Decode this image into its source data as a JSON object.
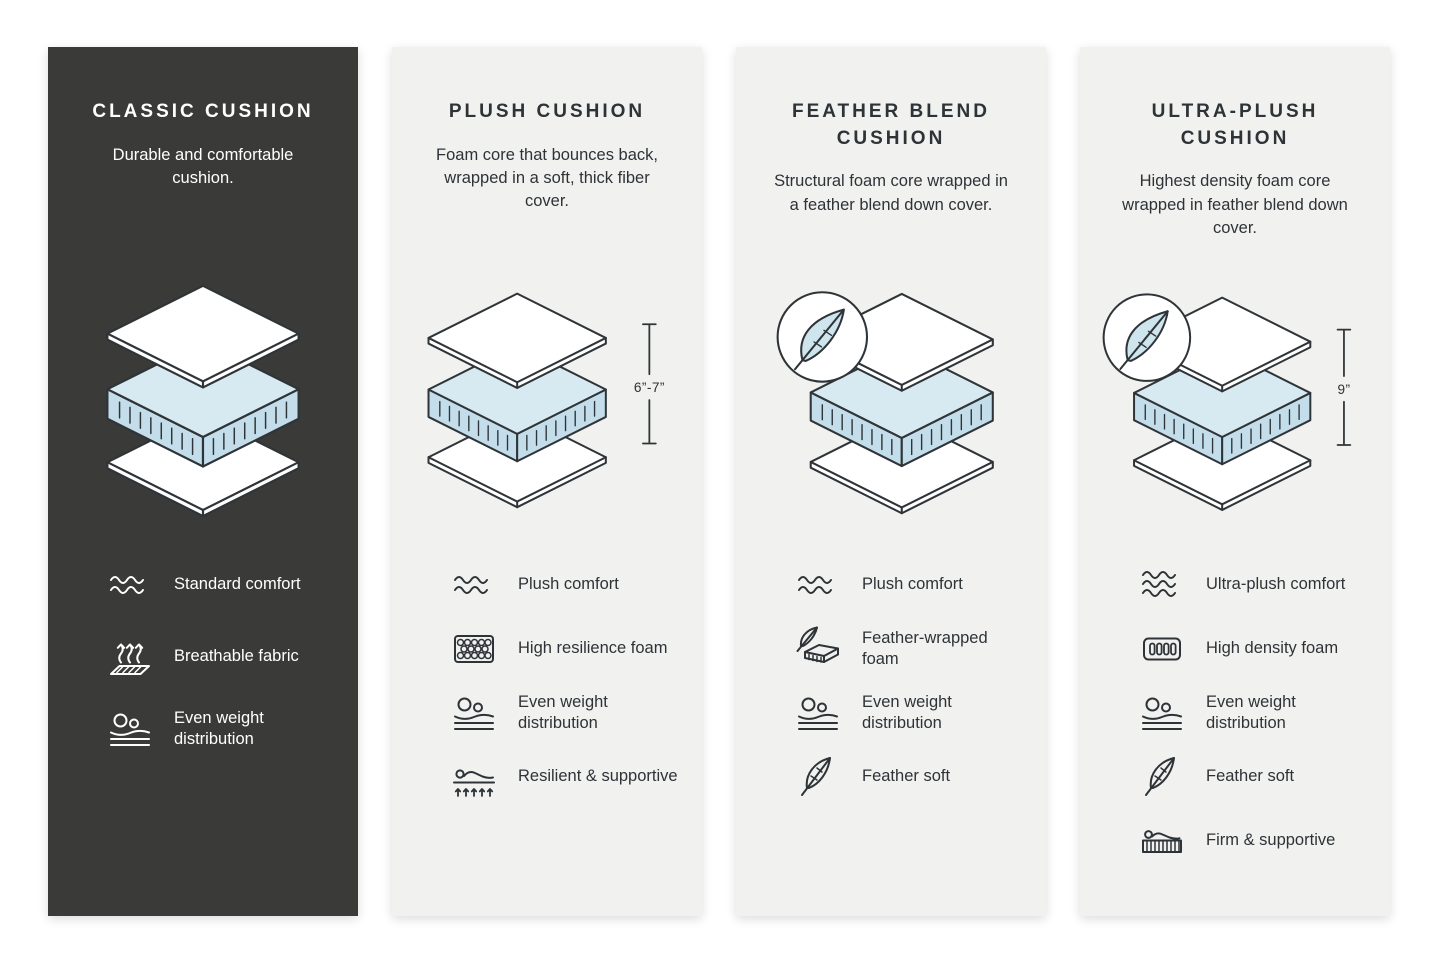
{
  "page": {
    "name": "Cushion comparison infographic"
  },
  "colors": {
    "background": "#ffffff",
    "dark_card": "#3a3a38",
    "light_card": "#f1f1ef",
    "foam_top_blue": "#d8eaf1",
    "foam_side_blue": "#c3deea",
    "outline": "#2f3438",
    "text_dark": "#2e3338",
    "text_light": "#ffffff"
  },
  "cards": [
    {
      "id": "classic",
      "title": "CLASSIC CUSHION",
      "description": "Durable and comfortable cushion.",
      "measurement": "",
      "has_feather_badge": false,
      "diagram": "layered-cushion",
      "features": [
        {
          "icon": "wave-icon",
          "label": "Standard comfort"
        },
        {
          "icon": "breathable-fabric-icon",
          "label": "Breathable fabric"
        },
        {
          "icon": "even-weight-icon",
          "label": "Even weight distribution"
        }
      ]
    },
    {
      "id": "plush",
      "title": "PLUSH CUSHION",
      "description": "Foam core that bounces back, wrapped in a soft, thick fiber cover.",
      "measurement": "6”-7”",
      "has_feather_badge": false,
      "diagram": "layered-cushion-with-measurement",
      "features": [
        {
          "icon": "wave-icon",
          "label": "Plush comfort"
        },
        {
          "icon": "resilience-foam-icon",
          "label": "High resilience foam"
        },
        {
          "icon": "even-weight-icon",
          "label": "Even weight distribution"
        },
        {
          "icon": "resilient-supportive-icon",
          "label": "Resilient & supportive"
        }
      ]
    },
    {
      "id": "feather-blend",
      "title": "FEATHER BLEND CUSHION",
      "description": "Structural foam core wrapped in a feather blend down cover.",
      "measurement": "",
      "has_feather_badge": true,
      "diagram": "layered-cushion-with-feather-badge",
      "features": [
        {
          "icon": "wave-icon",
          "label": "Plush comfort"
        },
        {
          "icon": "feather-wrapped-foam-icon",
          "label": "Feather-wrapped foam"
        },
        {
          "icon": "even-weight-icon",
          "label": "Even weight distribution"
        },
        {
          "icon": "feather-icon",
          "label": "Feather soft"
        }
      ]
    },
    {
      "id": "ultra-plush",
      "title": "ULTRA-PLUSH CUSHION",
      "description": "Highest density foam core wrapped in feather blend down cover.",
      "measurement": "9”",
      "has_feather_badge": true,
      "diagram": "layered-cushion-with-feather-badge-and-measurement",
      "features": [
        {
          "icon": "triple-wave-icon",
          "label": "Ultra-plush comfort"
        },
        {
          "icon": "density-foam-icon",
          "label": "High density foam"
        },
        {
          "icon": "even-weight-icon",
          "label": "Even weight distribution"
        },
        {
          "icon": "feather-icon",
          "label": "Feather soft"
        },
        {
          "icon": "firm-supportive-icon",
          "label": "Firm & supportive"
        }
      ]
    }
  ]
}
